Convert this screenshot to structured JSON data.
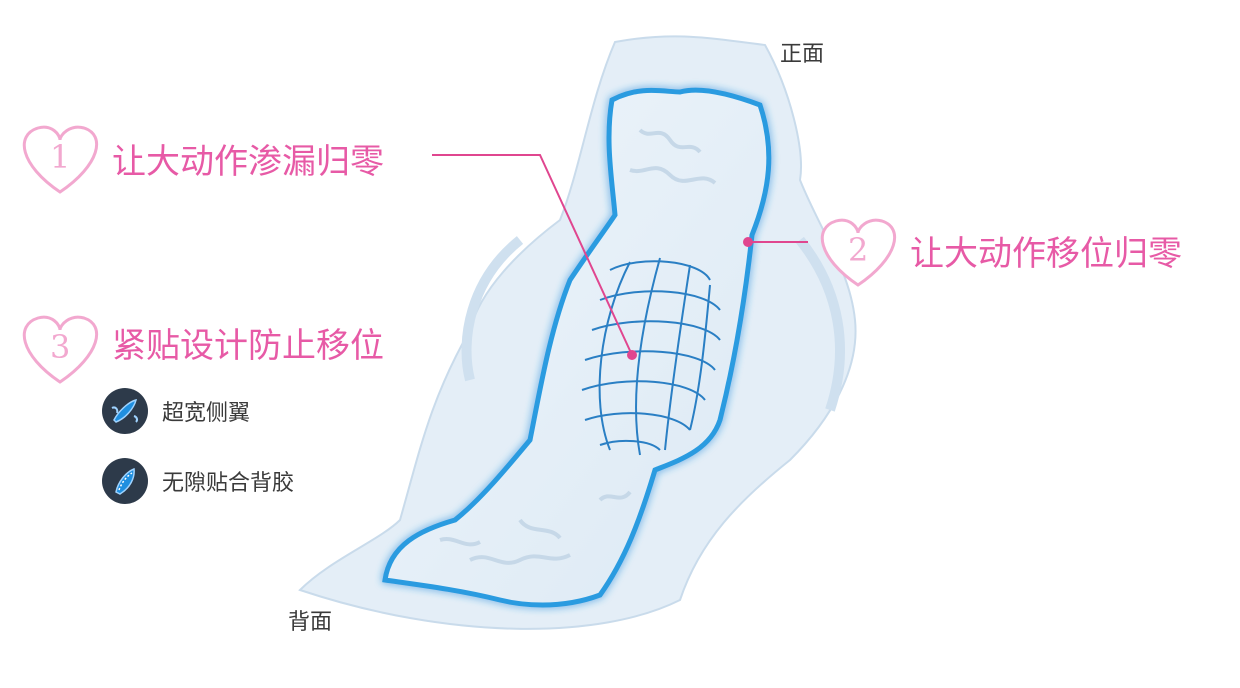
{
  "labels": {
    "front": "正面",
    "back": "背面"
  },
  "features": [
    {
      "number": "1",
      "text": "让大动作渗漏归零"
    },
    {
      "number": "2",
      "text": "让大动作移位归零"
    },
    {
      "number": "3",
      "text": "紧贴设计防止移位"
    }
  ],
  "sub_features": [
    {
      "text": "超宽侧翼",
      "icon": "wide-wing-pad-icon"
    },
    {
      "text": "无隙贴合背胶",
      "icon": "adhesive-pad-icon"
    }
  ],
  "colors": {
    "accent_pink": "#e75aa6",
    "outline_blue": "#2a9be0",
    "badge_dark": "#2d3a4a"
  }
}
